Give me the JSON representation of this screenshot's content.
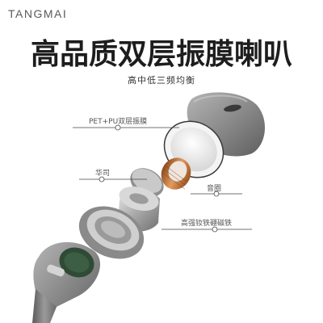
{
  "brand": "TANGMAI",
  "headline": "高品质双层振膜喇叭",
  "subheadline": "高中低三频均衡",
  "callouts": {
    "diaphragm": "PET+PU双层振膜",
    "washer": "华司",
    "coil": "音圈",
    "magnet": "高强钕铁硼磁铁"
  },
  "colors": {
    "background": "#ffffff",
    "shell_gray": "#8a8a8a",
    "coil_copper": "#c8763a",
    "filter_green": "#2f4a35",
    "text_dark": "#1d1d1d"
  }
}
